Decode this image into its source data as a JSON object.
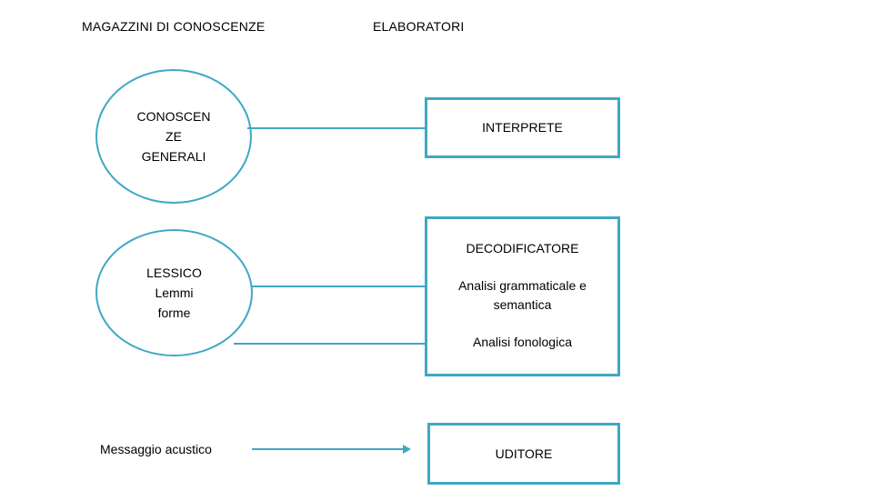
{
  "diagram": {
    "headers": {
      "knowledge_stores": "MAGAZZINI DI CONOSCENZE",
      "processors": "ELABORATORI"
    },
    "nodes": {
      "general_knowledge": {
        "label": "CONOSCEN\nZE\nGENERALI",
        "shape": "ellipse"
      },
      "lexicon": {
        "label": "LESSICO\nLemmi\nforme",
        "shape": "ellipse"
      },
      "interpreter": {
        "label": "INTERPRETE",
        "shape": "rectangle"
      },
      "decoder": {
        "title": "DECODIFICATORE",
        "line_2": "Analisi grammaticale e semantica",
        "line_3": "Analisi fonologica",
        "shape": "rectangle"
      },
      "listener": {
        "label": "UDITORE",
        "shape": "rectangle"
      }
    },
    "labels": {
      "acoustic_message": "Messaggio acustico"
    },
    "colors": {
      "accent": "#3FA8C4",
      "text": "#000000",
      "background": "#ffffff"
    }
  }
}
